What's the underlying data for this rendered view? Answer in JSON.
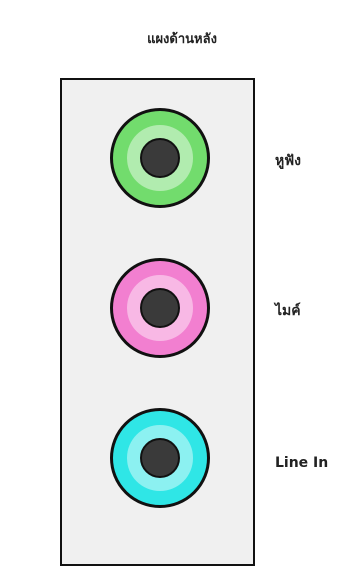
{
  "title": "แผงด้านหลัง",
  "ports": [
    {
      "label": "หูฟัง",
      "color": "#72dc6d"
    },
    {
      "label": "ไมค์",
      "color": "#f27fd0"
    },
    {
      "label": "Line In",
      "color": "#2fe6e6"
    }
  ]
}
